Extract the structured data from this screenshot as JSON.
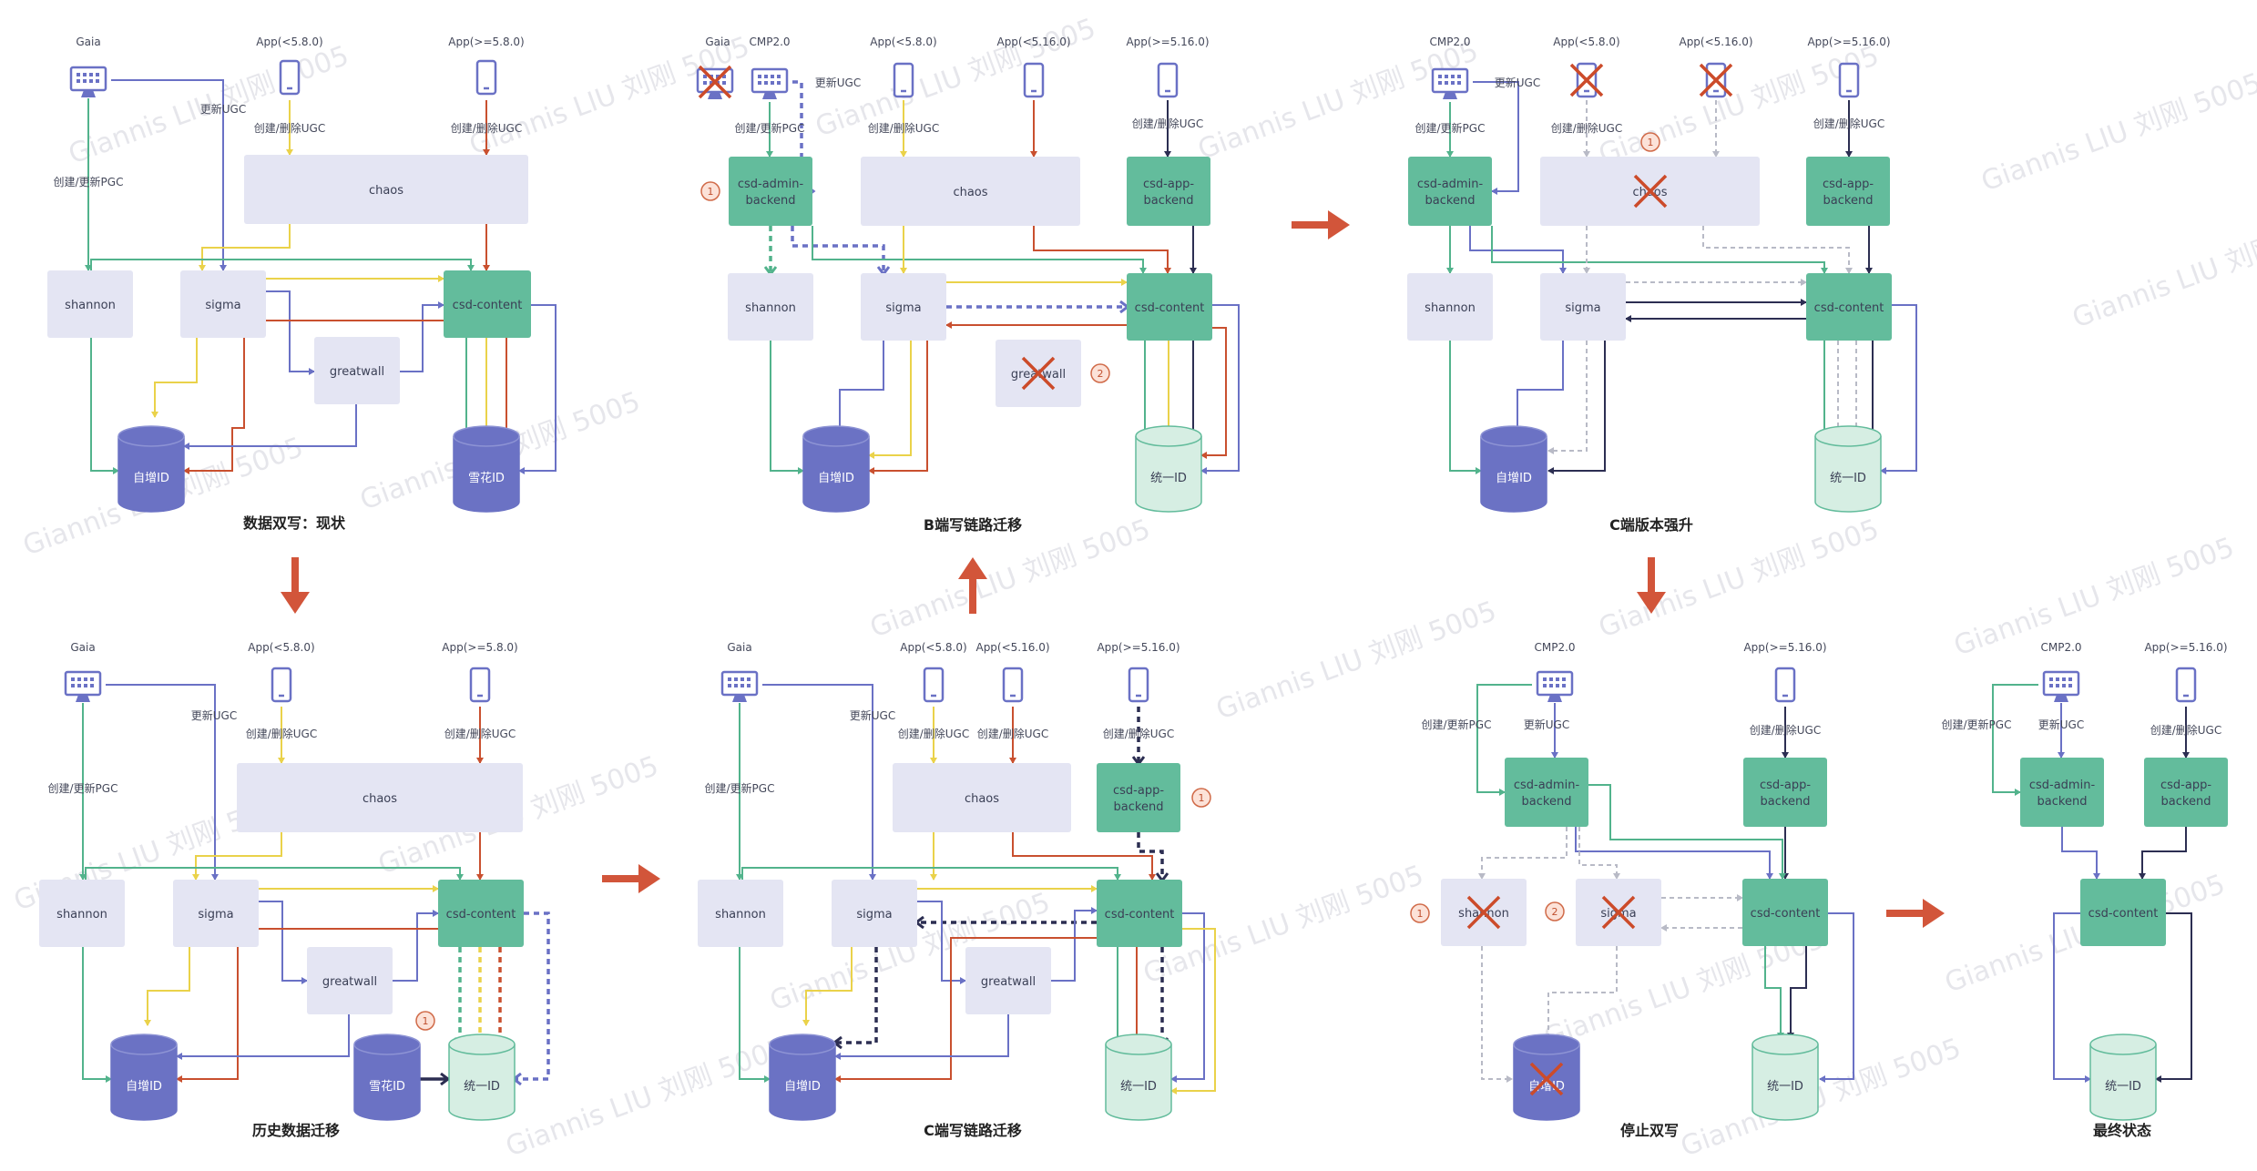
{
  "colors": {
    "box_gray": "#e4e5f3",
    "box_green": "#63bc9c",
    "db_blue": "#6b72c4",
    "db_green_light": "#d6eee3",
    "line_green": "#52b38c",
    "line_blue": "#6a71c5",
    "line_yellow": "#ead24a",
    "line_red": "#c9502f",
    "line_navy": "#2c2e52",
    "line_gray": "#b8bac6",
    "arrow_orange": "#d2553a",
    "cross_red": "#cc4b2a",
    "badge_fill": "#fce2d8",
    "badge_stroke": "#d06a48"
  },
  "icon_names": [
    "monitor-icon",
    "phone-icon",
    "cross-icon",
    "arrow-right-icon",
    "arrow-down-icon",
    "arrow-up-icon",
    "database-icon"
  ],
  "watermark": "Giannis LIU 刘刚 5005",
  "common": {
    "gaia": "Gaia",
    "cmp": "CMP2.0",
    "app_lt580": "App(<5.8.0)",
    "app_ge580": "App(>=5.8.0)",
    "app_lt5160": "App(<5.16.0)",
    "app_ge5160": "App(>=5.16.0)",
    "chaos": "chaos",
    "shannon": "shannon",
    "sigma": "sigma",
    "greatwall": "greatwall",
    "csd_content": "csd-content",
    "csd_admin_1": "csd-admin-",
    "csd_admin_2": "backend",
    "csd_app_1": "csd-app-",
    "csd_app_2": "backend",
    "db_auto": "自增ID",
    "db_snow": "雪花ID",
    "db_unified": "统一ID",
    "lbl_update_ugc": "更新UGC",
    "lbl_create_delete_ugc": "创建/删除UGC",
    "lbl_create_update_pgc": "创建/更新PGC",
    "badge_1": "1",
    "badge_2": "2"
  },
  "captions": {
    "p1": "数据双写：现状",
    "p2": "B端写链路迁移",
    "p3": "C端版本强升",
    "p4": "历史数据迁移",
    "p5": "C端写链路迁移",
    "p6": "停止双写",
    "p7": "最终状态"
  }
}
